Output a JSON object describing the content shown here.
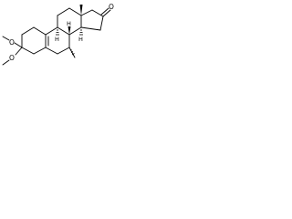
{
  "molecule": {
    "atoms": {
      "o_ketone": "O",
      "o_methoxy_upper": "O",
      "o_methoxy_lower": "O",
      "h_c8": "H",
      "h_c9": "H",
      "h_c14": "H"
    }
  }
}
